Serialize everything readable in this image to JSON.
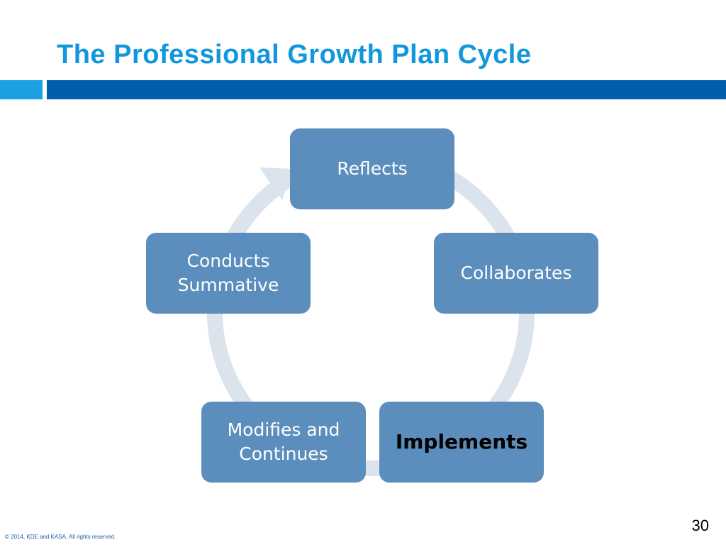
{
  "slide": {
    "title": "The Professional Growth Plan Cycle",
    "footer": "© 2014, KDE and KASA. All rights reserved.",
    "page_number": "30"
  },
  "colors": {
    "title": "#1297dc",
    "accent_bar_light": "#1ba1e2",
    "accent_bar_dark": "#005eac",
    "node_fill": "#5b8ebc",
    "cycle_arrow": "#dbe3ec"
  },
  "cycle": {
    "nodes": [
      {
        "id": "reflects",
        "label": "Reflects"
      },
      {
        "id": "collaborates",
        "label": "Collaborates"
      },
      {
        "id": "implements",
        "label": "Implements"
      },
      {
        "id": "modifies-and-continues",
        "label": "Modifies and\nContinues"
      },
      {
        "id": "conducts-summative",
        "label": "Conducts\nSummative"
      }
    ]
  }
}
